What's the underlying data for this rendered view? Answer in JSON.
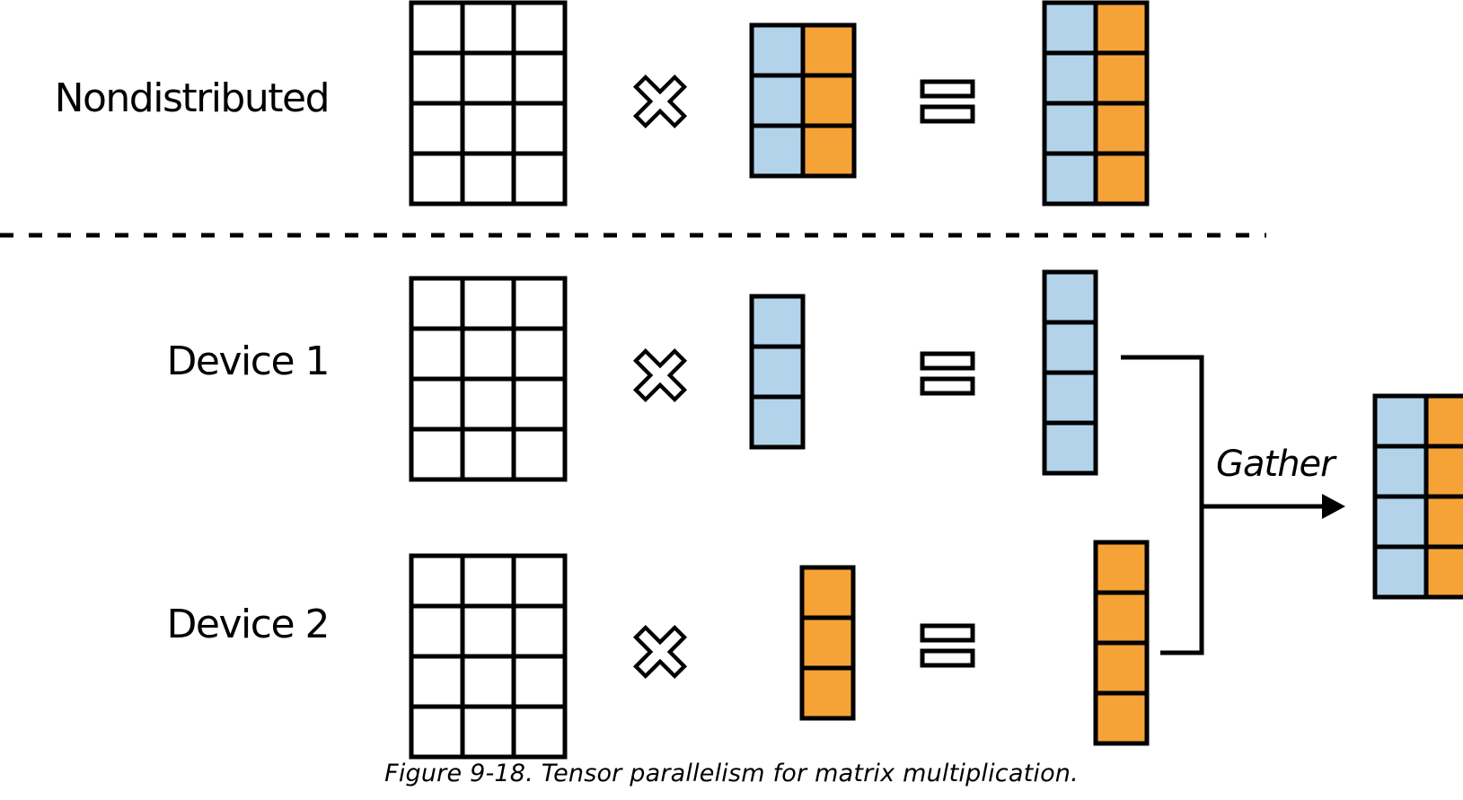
{
  "rows": [
    {
      "label": "Nondistributed",
      "vector_columns": [
        "blue",
        "orange"
      ],
      "result_columns": [
        "blue",
        "orange"
      ]
    },
    {
      "label": "Device 1",
      "vector_columns": [
        "blue"
      ],
      "result_columns": [
        "blue"
      ]
    },
    {
      "label": "Device 2",
      "vector_columns": [
        "orange"
      ],
      "result_columns": [
        "orange"
      ]
    }
  ],
  "operators": {
    "multiply": "multiply-icon",
    "equals": "equals-icon"
  },
  "gather": {
    "label": "Gather",
    "result_columns": [
      "blue",
      "orange"
    ]
  },
  "caption": "Figure 9-18. Tensor parallelism for matrix multiplication.",
  "colors": {
    "blue": "#b3d3ea",
    "orange": "#f5a236",
    "stroke": "#000000",
    "background": "#ffffff"
  }
}
